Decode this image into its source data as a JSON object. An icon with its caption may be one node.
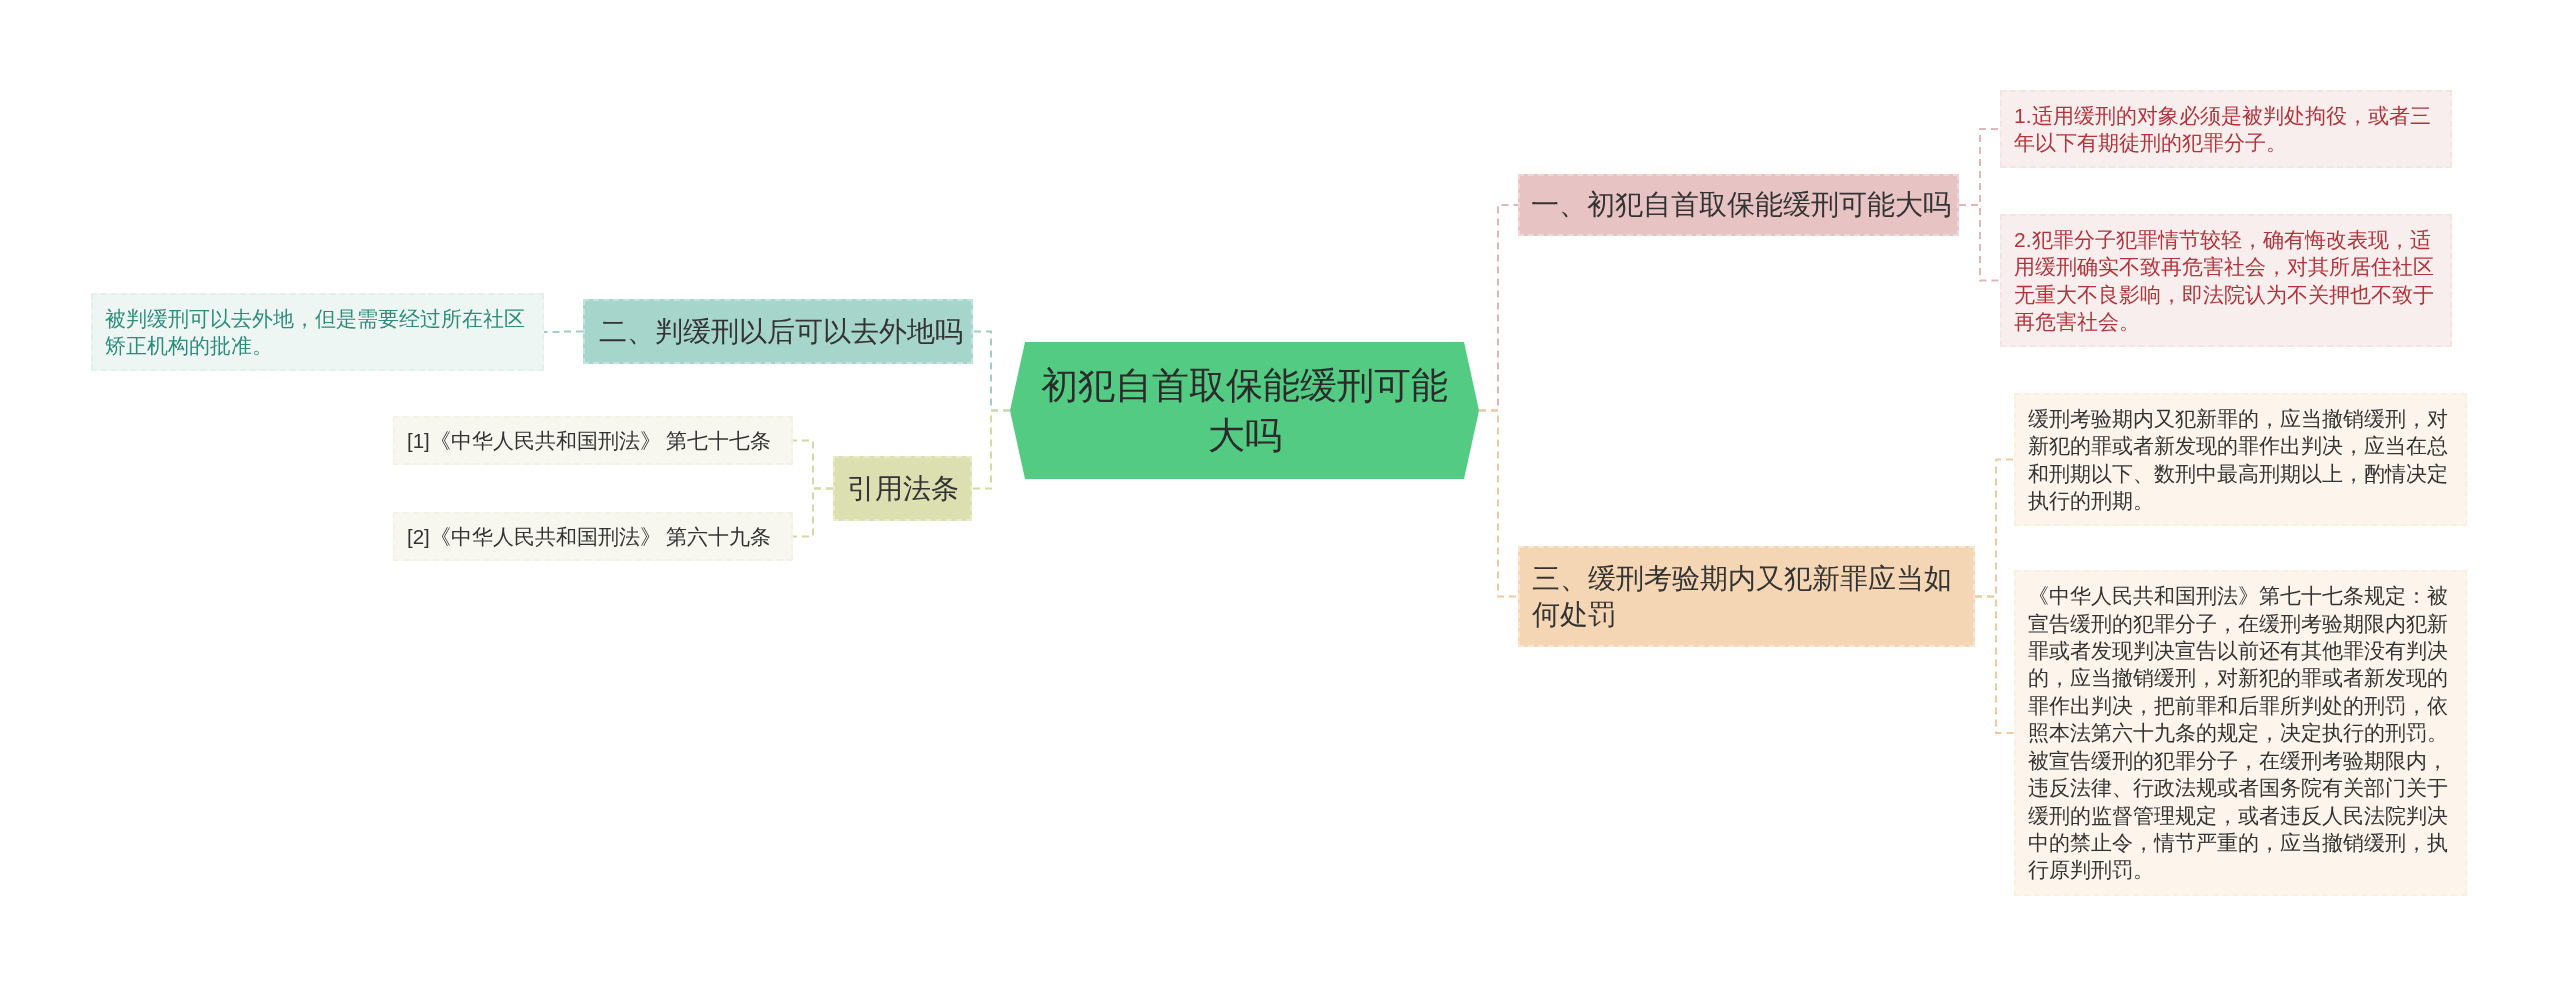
{
  "diagram": {
    "nodes": [
      {
        "text": [
          "初犯自首取保能缓刑可能大吗"
        ]
      },
      {
        "text": [
          "一、初犯自首取保能缓刑可能大吗"
        ]
      },
      {
        "text": [
          "1.适用缓刑的对象必须是被判处拘役，或者三年以下有期徒刑的犯罪分子。"
        ]
      },
      {
        "text": [
          "2.犯罪分子犯罪情节较轻，确有悔改表现，适用缓刑确实不致再危害社会，对其所居住社区无重大不良影响，即法院认为不关押也不致于再危害社会。"
        ]
      },
      {
        "text": [
          "二、判缓刑以后可以去外地吗"
        ]
      },
      {
        "text": [
          "被判缓刑可以去外地，但是需要经过所在社区矫正机构的批准。"
        ]
      },
      {
        "text": [
          "引用法条"
        ]
      },
      {
        "text": [
          "[1]《中华人民共和国刑法》 第七十七条"
        ]
      },
      {
        "text": [
          "[2]《中华人民共和国刑法》 第六十九条"
        ]
      },
      {
        "text": [
          "三、缓刑考验期内又犯新罪应当如何处罚"
        ]
      },
      {
        "text": [
          "缓刑考验期内又犯新罪的，应当撤销缓刑，对新犯的罪或者新发现的罪作出判决，应当在总和刑期以下、数刑中最高刑期以上，酌情决定执行的刑期。"
        ]
      },
      {
        "text": [
          "《中华人民共和国刑法》第七十七条规定：被宣告缓刑的犯罪分子，在缓刑考验期限内犯新罪或者发现判决宣告以前还有其他罪没有判决的，应当撤销缓刑，对新犯的罪或者新发现的罪作出判决，把前罪和后罪所判处的刑罚，依照本法第六十九条的规定，决定执行的刑罚。被宣告缓刑的犯罪分子，在缓刑考验期限内，违反法律、行政法规或者国务院有关部门关于缓刑的监督管理规定，或者违反人民法院判决中的禁止令，情节严重的，应当撤销缓刑，执行原判刑罚。"
        ]
      }
    ],
    "edges": [
      {
        "from": 0,
        "to": 1,
        "arrow": "none",
        "style": "dashed",
        "color": "#e3b5b8"
      },
      {
        "from": 1,
        "to": 2,
        "arrow": "none",
        "style": "dashed",
        "color": "#e3b5b8"
      },
      {
        "from": 1,
        "to": 3,
        "arrow": "none",
        "style": "dashed",
        "color": "#e3b5b8"
      },
      {
        "from": 0,
        "to": 4,
        "arrow": "none",
        "style": "dashed",
        "color": "#9fcec6"
      },
      {
        "from": 4,
        "to": 5,
        "arrow": "none",
        "style": "dashed",
        "color": "#9fcec6"
      },
      {
        "from": 0,
        "to": 6,
        "arrow": "none",
        "style": "dashed",
        "color": "#d5d9a5"
      },
      {
        "from": 6,
        "to": 7,
        "arrow": "none",
        "style": "dashed",
        "color": "#d5d9a5"
      },
      {
        "from": 6,
        "to": 8,
        "arrow": "none",
        "style": "dashed",
        "color": "#d5d9a5"
      },
      {
        "from": 0,
        "to": 9,
        "arrow": "none",
        "style": "dashed",
        "color": "#efc9a0"
      },
      {
        "from": 9,
        "to": 10,
        "arrow": "none",
        "style": "dashed",
        "color": "#efc9a0"
      },
      {
        "from": 9,
        "to": 11,
        "arrow": "none",
        "style": "dashed",
        "color": "#efc9a0"
      }
    ]
  }
}
